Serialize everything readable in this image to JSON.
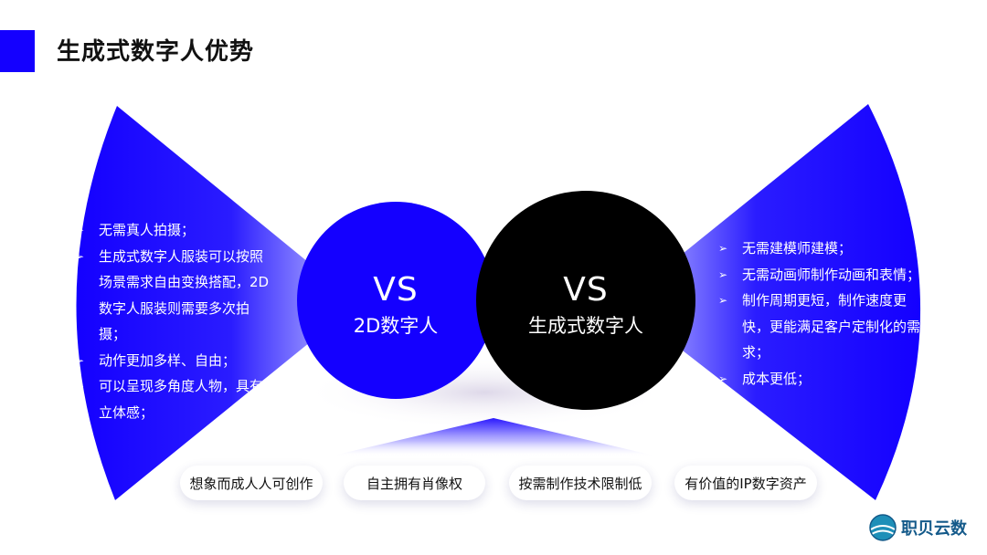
{
  "header": {
    "title": "生成式数字人优势"
  },
  "left_panel": {
    "items": [
      "无需真人拍摄；",
      "生成式数字人服装可以按照场景需求自由变换搭配，2D数字人服装则需要多次拍摄；",
      "动作更加多样、自由；",
      "可以呈现多角度人物，具有立体感；"
    ]
  },
  "right_panel": {
    "items": [
      "无需建模师建模；",
      "无需动画师制作动画和表情；",
      "制作周期更短，制作速度更快，更能满足客户定制化的需求；",
      "成本更低；"
    ]
  },
  "circle_left": {
    "vs": "VS",
    "label": "2D数字人"
  },
  "circle_right": {
    "vs": "VS",
    "label": "生成式数字人"
  },
  "pills": [
    "想象而成人人可创作",
    "自主拥有肖像权",
    "按需制作技术限制低",
    "有价值的IP数字资产"
  ],
  "logo": {
    "text": "职贝云数"
  },
  "colors": {
    "accent": "#1400ff",
    "dark": "#000000"
  }
}
